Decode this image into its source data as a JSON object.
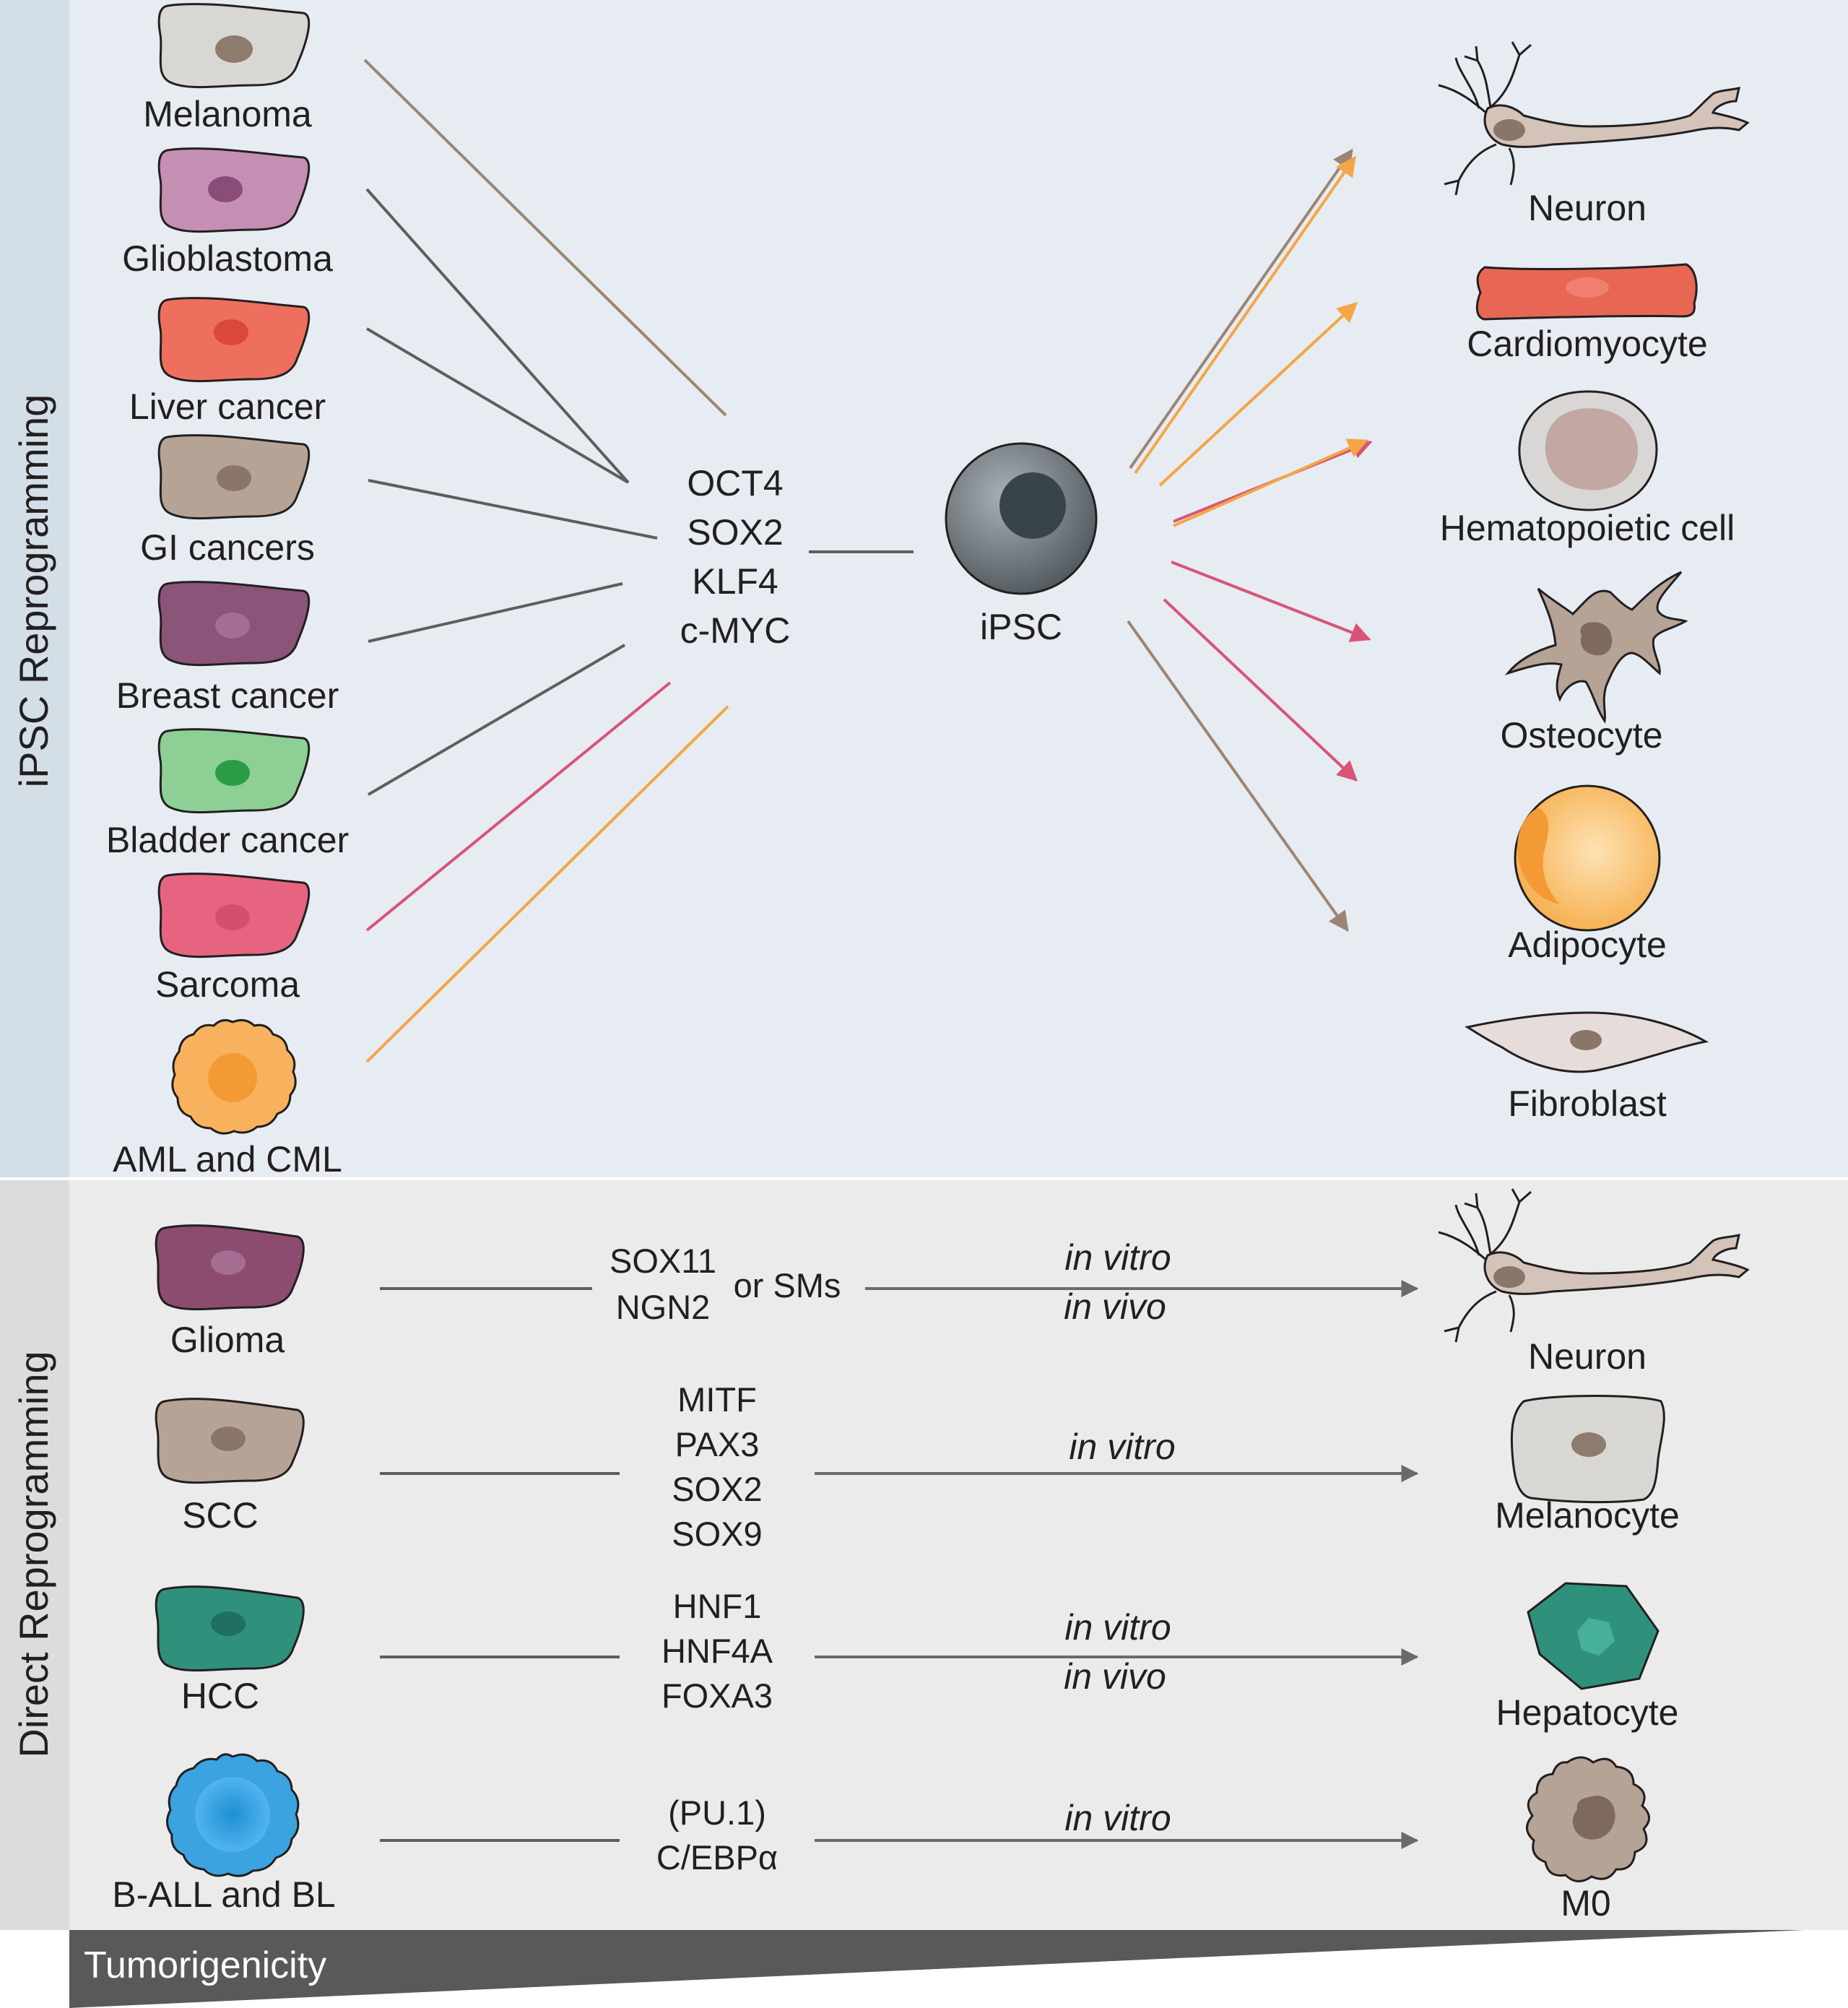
{
  "sections": {
    "ipsc_title": "iPSC Reprogramming",
    "direct_title": "Direct Reprogramming"
  },
  "ipsc": {
    "source_cells": [
      {
        "label": "Melanoma",
        "color": "#d9d7d4",
        "nucleus": "#8d7b6e",
        "line_color": "#9b8574"
      },
      {
        "label": "Glioblastoma",
        "color": "#c58fb3",
        "nucleus": "#8a4c78",
        "line_color": "#5e5e5e"
      },
      {
        "label": "Liver cancer",
        "color": "#ef6f5f",
        "nucleus": "#d9473d",
        "line_color": "#5e5e5e"
      },
      {
        "label": "GI cancers",
        "color": "#b5a396",
        "nucleus": "#8a7668",
        "line_color": "#5e5e5e"
      },
      {
        "label": "Breast cancer",
        "color": "#8b5479",
        "nucleus": "#a66d92",
        "line_color": "#5e5e5e"
      },
      {
        "label": "Bladder cancer",
        "color": "#8dcf95",
        "nucleus": "#2b9c48",
        "line_color": "#5e5e5e"
      },
      {
        "label": "Sarcoma",
        "color": "#e76481",
        "nucleus": "#d3506c",
        "line_color": "#d95378"
      },
      {
        "label": "AML and CML",
        "color": "#f8b25e",
        "nucleus": "#f39a35",
        "line_color": "#f4a545"
      }
    ],
    "factors": [
      "OCT4",
      "SOX2",
      "KLF4",
      "c-MYC"
    ],
    "ipsc_label": "iPSC",
    "target_cells": [
      {
        "label": "Neuron",
        "icon": "neuron-icon"
      },
      {
        "label": "Cardiomyocyte",
        "icon": "cardiomyocyte-icon"
      },
      {
        "label": "Hematopoietic cell",
        "icon": "hematopoietic-cell-icon"
      },
      {
        "label": "Osteocyte",
        "icon": "osteocyte-icon"
      },
      {
        "label": "Adipocyte",
        "icon": "adipocyte-icon"
      },
      {
        "label": "Fibroblast",
        "icon": "fibroblast-icon"
      }
    ]
  },
  "direct": {
    "rows": [
      {
        "source": "Glioma",
        "factors": [
          "SOX11",
          "NGN2"
        ],
        "extra": "or SMs",
        "conditions": [
          "in vitro",
          "in vivo"
        ],
        "target": "Neuron"
      },
      {
        "source": "SCC",
        "factors": [
          "MITF",
          "PAX3",
          "SOX2",
          "SOX9"
        ],
        "conditions": [
          "in vitro"
        ],
        "target": "Melanocyte"
      },
      {
        "source": "HCC",
        "factors": [
          "HNF1",
          "HNF4A",
          "FOXA3"
        ],
        "conditions": [
          "in vitro",
          "in vivo"
        ],
        "target": "Hepatocyte"
      },
      {
        "source": "B-ALL and BL",
        "factors": [
          "(PU.1)",
          "C/EBPα"
        ],
        "conditions": [
          "in vitro"
        ],
        "target": "M0"
      }
    ]
  },
  "tumorigenicity": {
    "label": "Tumorigenicity"
  },
  "colors": {
    "top_panel": "#e6ecf1",
    "top_sidebar": "#d4dee7",
    "bottom_panel": "#ebebeb",
    "bottom_sidebar": "#dcdcdc",
    "bar": "#58595b",
    "arrow_brown": "#9b8574",
    "arrow_orange": "#f4a545",
    "arrow_pink": "#d95378",
    "line_gray": "#5e5e5e"
  }
}
